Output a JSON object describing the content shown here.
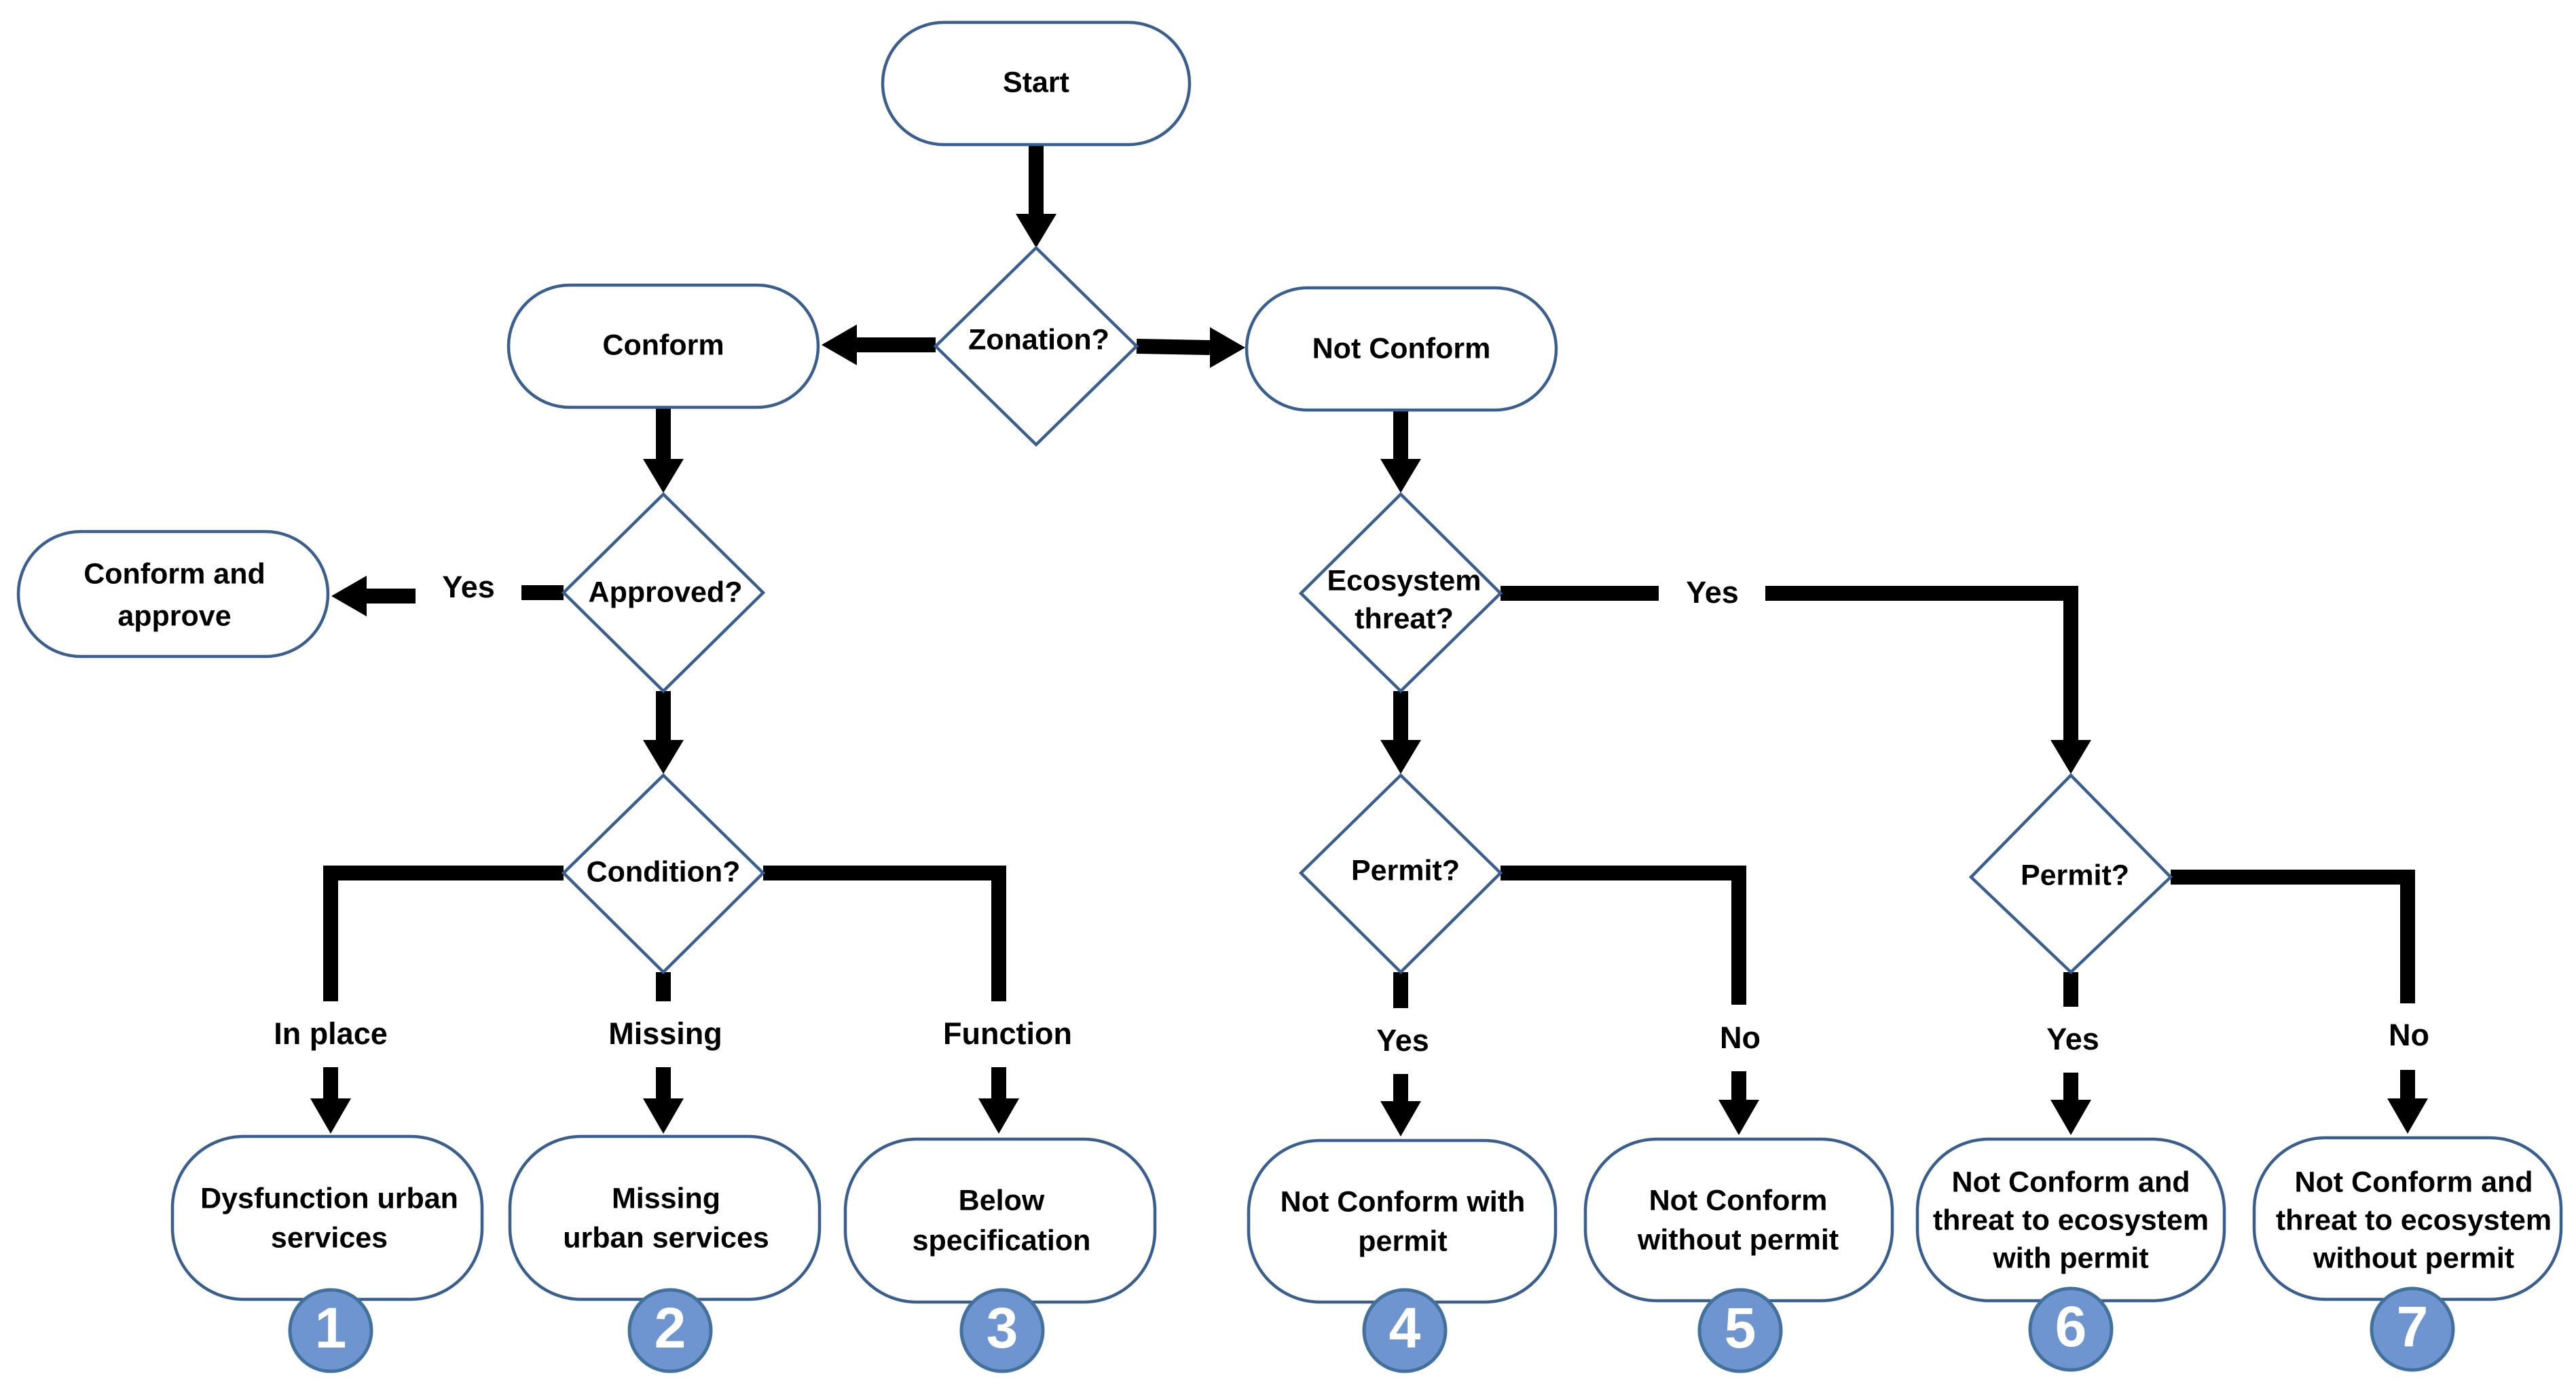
{
  "nodes": {
    "start": {
      "text": "Start"
    },
    "zonation": {
      "text": "Zonation?"
    },
    "conform": {
      "text": "Conform"
    },
    "not_conform": {
      "text": "Not Conform"
    },
    "approved": {
      "text": "Approved?"
    },
    "conform_approve": {
      "line1": "Conform and",
      "line2": "approve"
    },
    "condition": {
      "text": "Condition?"
    },
    "ecosystem": {
      "line1": "Ecosystem",
      "line2": "threat?"
    },
    "permit_left": {
      "text": "Permit?"
    },
    "permit_right": {
      "text": "Permit?"
    },
    "out1": {
      "line1": "Dysfunction urban",
      "line2": "services",
      "badge": "1"
    },
    "out2": {
      "line1": "Missing",
      "line2": "urban services",
      "badge": "2"
    },
    "out3": {
      "line1": "Below",
      "line2": "specification",
      "badge": "3"
    },
    "out4": {
      "line1": "Not Conform with",
      "line2": "permit",
      "badge": "4"
    },
    "out5": {
      "line1": "Not Conform",
      "line2": "without permit",
      "badge": "5"
    },
    "out6": {
      "line1": "Not Conform and",
      "line2": "threat to ecosystem",
      "line3": "with permit",
      "badge": "6"
    },
    "out7": {
      "line1": "Not Conform and",
      "line2": "threat to ecosystem",
      "line3": "without permit",
      "badge": "7"
    }
  },
  "edge_labels": {
    "approved_yes": "Yes",
    "ecosystem_yes": "Yes",
    "in_place": "In place",
    "missing": "Missing",
    "function": "Function",
    "permit_left_yes": "Yes",
    "permit_left_no": "No",
    "permit_right_yes": "Yes",
    "permit_right_no": "No"
  },
  "colors": {
    "node_border": "#3a5f8f",
    "badge_fill": "#6f95d0",
    "badge_border": "#41719c",
    "arrow": "#000000"
  }
}
